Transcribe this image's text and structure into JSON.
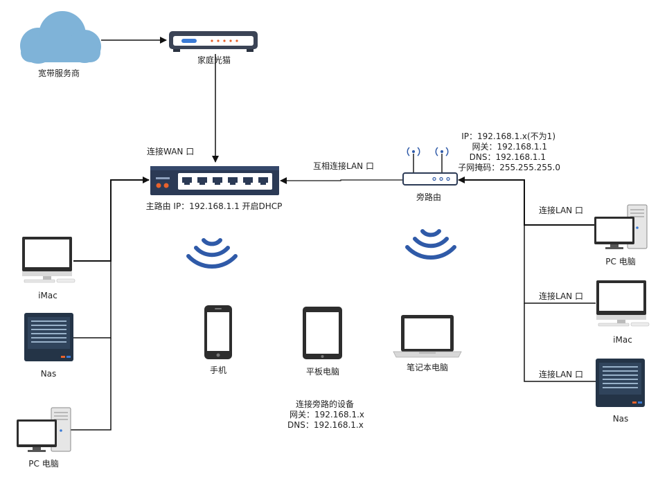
{
  "nodes": {
    "isp": "宽带服务商",
    "modem": "家庭光猫",
    "main_router": "主路由 IP：192.168.1.1 开启DHCP",
    "bypass_router": "旁路由",
    "phone": "手机",
    "tablet": "平板电脑",
    "laptop": "笔记本电脑",
    "left_imac": "iMac",
    "left_nas": "Nas",
    "left_pc": "PC 电脑",
    "right_pc": "PC 电脑",
    "right_imac": "iMac",
    "right_nas": "Nas"
  },
  "edges": {
    "wan": "连接WAN 口",
    "mutual_lan": "互相连接LAN 口",
    "lan_1": "连接LAN 口",
    "lan_2": "连接LAN 口",
    "lan_3": "连接LAN 口"
  },
  "bypass_config": [
    "IP：192.168.1.x(不为1)",
    "网关：192.168.1.1",
    "DNS：192.168.1.1",
    "子网掩码：255.255.255.0"
  ],
  "devices_note": [
    "连接旁路的设备",
    "网关：192.168.1.x",
    "DNS：192.168.1.x"
  ],
  "colors": {
    "cloud": "#7fb3d8",
    "router_body": "#2b3a55",
    "wifi": "#2f5aa8",
    "nas_body": "#243447",
    "line": "#111111",
    "port_led": "#e8622c"
  },
  "icons": [
    "cloud-icon",
    "modem-icon",
    "switch-router-icon",
    "wireless-router-icon",
    "wifi-icon",
    "phone-icon",
    "tablet-icon",
    "laptop-icon",
    "monitor-icon",
    "nas-icon",
    "desktop-pc-icon"
  ]
}
